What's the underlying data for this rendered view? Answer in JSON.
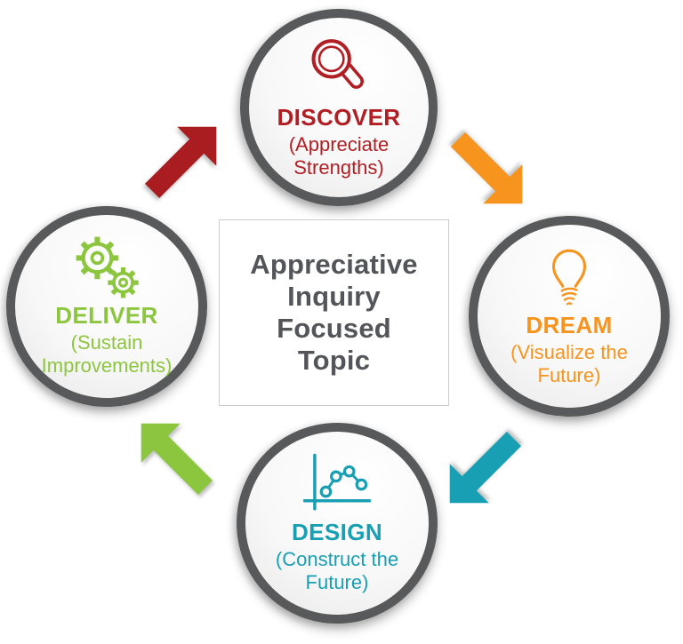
{
  "diagram_title": "Appreciative Inquiry Focused Topic",
  "center": {
    "lines": [
      "Appreciative",
      "Inquiry",
      "Focused",
      "Topic"
    ]
  },
  "stages": [
    {
      "name": "Discover",
      "title": "DISCOVER",
      "subtitle": "(Appreciate Strengths)",
      "color": "#b11f24",
      "icon": "magnifier-icon",
      "position": "top"
    },
    {
      "name": "Dream",
      "title": "DREAM",
      "subtitle": "(Visualize the Future)",
      "color": "#f7941e",
      "icon": "lightbulb-icon",
      "position": "right"
    },
    {
      "name": "Design",
      "title": "DESIGN",
      "subtitle": "(Construct the Future)",
      "color": "#189fb4",
      "icon": "line-chart-icon",
      "position": "bottom"
    },
    {
      "name": "Deliver",
      "title": "DELIVER",
      "subtitle": "(Sustain Improvements)",
      "color": "#8cc63f",
      "icon": "gears-icon",
      "position": "left"
    }
  ],
  "arrows": [
    {
      "from": "Deliver",
      "to": "Discover",
      "color": "#a91d21",
      "direction": "up-right"
    },
    {
      "from": "Discover",
      "to": "Dream",
      "color": "#f7941e",
      "direction": "down-right"
    },
    {
      "from": "Dream",
      "to": "Design",
      "color": "#189fb4",
      "direction": "down-left"
    },
    {
      "from": "Design",
      "to": "Deliver",
      "color": "#8cc63f",
      "direction": "up-left"
    }
  ],
  "styles": {
    "circle_border_color": "#58595b",
    "center_text_color": "#54555a",
    "center_box_border_color": "#cccccc"
  }
}
